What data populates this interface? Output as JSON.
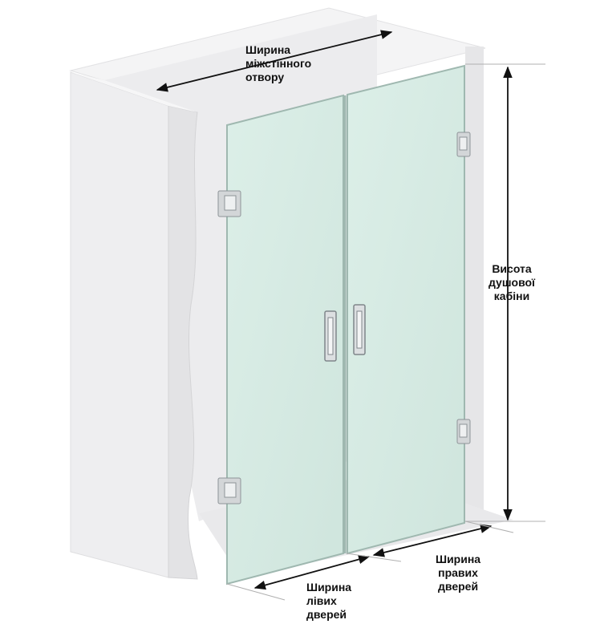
{
  "labels": {
    "opening_width": [
      "Ширина",
      "міжстінного",
      "отвору"
    ],
    "cabin_height": [
      "Висота",
      "душової",
      "кабіни"
    ],
    "right_door_width": [
      "Ширина",
      "правих",
      "дверей"
    ],
    "left_door_width": [
      "Ширина",
      "лівих",
      "дверей"
    ]
  },
  "colors": {
    "wall": "#eeeef0",
    "wall_shadow": "#dcdcde",
    "glass": "#d6ebe4",
    "glass_edge": "#9fb8b0",
    "hardware": "#c9ccce",
    "dimension_line": "#111111"
  }
}
